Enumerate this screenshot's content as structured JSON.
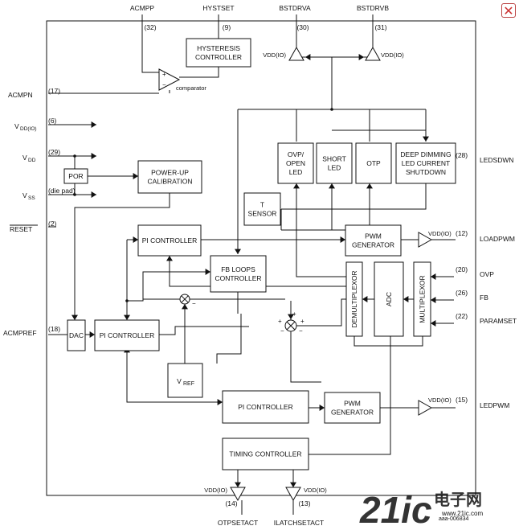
{
  "close_glyph": "✕",
  "top_pins": {
    "acmpp": {
      "name": "ACMPP",
      "num": "(32)"
    },
    "hystset": {
      "name": "HYSTSET",
      "num": "(9)"
    },
    "bstdrva": {
      "name": "BSTDRVA",
      "num": "(30)"
    },
    "bstdrvb": {
      "name": "BSTDRVB",
      "num": "(31)"
    }
  },
  "left_pins": {
    "acmpn": {
      "name": "ACMPN",
      "num": "(17)"
    },
    "vddio": {
      "name": "VDD(IO)",
      "num": "(6)"
    },
    "vdd": {
      "name": "VDD",
      "num": "(29)"
    },
    "vss": {
      "name": "VSS",
      "num": "(die pad)"
    },
    "reset": {
      "name": "RESET",
      "num": "(2)"
    },
    "acmpref": {
      "name": "ACMPREF",
      "num": "(18)"
    }
  },
  "right_pins": {
    "ledsdwn": {
      "name": "LEDSDWN",
      "num": "(28)"
    },
    "loadpwm": {
      "name": "LOADPWM",
      "num": "(12)"
    },
    "ovp": {
      "name": "OVP",
      "num": "(20)"
    },
    "fb": {
      "name": "FB",
      "num": "(26)"
    },
    "paramset": {
      "name": "PARAMSET",
      "num": "(22)"
    },
    "ledpwm": {
      "name": "LEDPWM",
      "num": "(15)"
    }
  },
  "bottom_pins": {
    "otpsetact": {
      "name": "OTPSETACT",
      "num": "(14)"
    },
    "ilatchsetact": {
      "name": "ILATCHSETACT",
      "num": "(13)"
    }
  },
  "blocks": {
    "hysteresis": [
      "HYSTERESIS",
      "CONTROLLER"
    ],
    "por": [
      "POR"
    ],
    "powerup": [
      "POWER-UP",
      "CALIBRATION"
    ],
    "ovp_led": [
      "OVP/",
      "OPEN",
      "LED"
    ],
    "short_led": [
      "SHORT",
      "LED"
    ],
    "otp": [
      "OTP"
    ],
    "deep_dimming": [
      "DEEP DIMMING",
      "LED CURRENT",
      "SHUTDOWN"
    ],
    "t_sensor": [
      "T",
      "SENSOR"
    ],
    "pi_top": [
      "PI CONTROLLER"
    ],
    "pwm_top": [
      "PWM",
      "GENERATOR"
    ],
    "fb_loops": [
      "FB LOOPS",
      "CONTROLLER"
    ],
    "demux": "DEMULTIPLEXOR",
    "adc": "ADC",
    "mux": "MULTIPLEXOR",
    "dac": [
      "DAC"
    ],
    "pi_left": [
      "PI CONTROLLER"
    ],
    "vref": "REF",
    "pi_bottom": [
      "PI CONTROLLER"
    ],
    "pwm_bottom": [
      "PWM",
      "GENERATOR"
    ],
    "timing": [
      "TIMING CONTROLLER"
    ]
  },
  "labels": {
    "comparator": "comparator",
    "vddio_buffer": "VDD(IO)",
    "v_prefix": "V",
    "plus": "+",
    "minus": "−",
    "figure_code": "aaa-006834"
  },
  "watermark": {
    "brand": "21ic",
    "cn": "电子网",
    "url": "www.21ic.com"
  },
  "colors": {
    "line": "#111111",
    "wm_red": "#d9322b",
    "close_red": "#cc3333"
  }
}
